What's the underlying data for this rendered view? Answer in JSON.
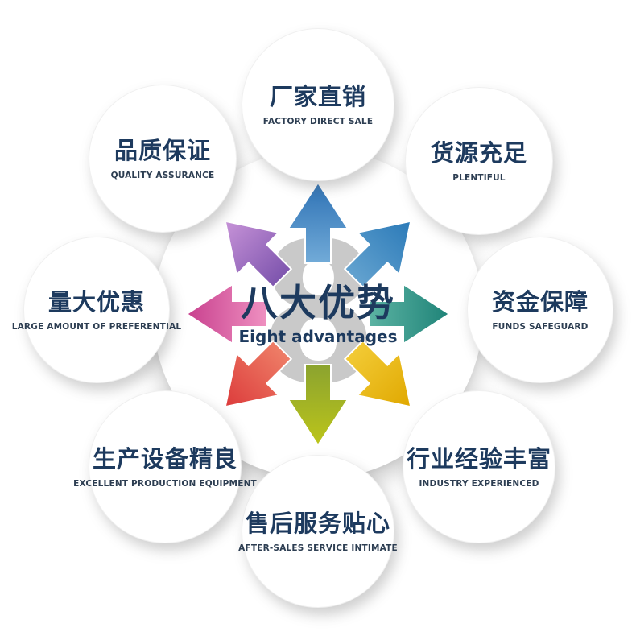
{
  "center": {
    "watermark": "8",
    "title": "八大优势",
    "subtitle": "Eight advantages"
  },
  "advantages": [
    {
      "position": "top",
      "title": "厂家直销",
      "subtitle": "FACTORY DIRECT SALE"
    },
    {
      "position": "top-right",
      "title": "货源充足",
      "subtitle": "PLENTIFUL"
    },
    {
      "position": "right",
      "title": "资金保障",
      "subtitle": "FUNDS SAFEGUARD"
    },
    {
      "position": "bottom-right",
      "title": "行业经验丰富",
      "subtitle": "INDUSTRY EXPERIENCED"
    },
    {
      "position": "bottom",
      "title": "售后服务贴心",
      "subtitle": "AFTER-SALES SERVICE INTIMATE"
    },
    {
      "position": "bottom-left",
      "title": "生产设备精良",
      "subtitle": "EXCELLENT PRODUCTION EQUIPMENT"
    },
    {
      "position": "left",
      "title": "量大优惠",
      "subtitle": "LARGE AMOUNT OF PREFERENTIAL"
    },
    {
      "position": "top-left",
      "title": "品质保证",
      "subtitle": "QUALITY ASSURANCE"
    }
  ],
  "colors": {
    "title_text": "#1d3a5e",
    "subtitle_text": "#2d3e52",
    "watermark": "#c9c9c9",
    "arrows": {
      "up": {
        "inner": "#72abd8",
        "outer": "#2e72b5"
      },
      "up_right": {
        "inner": "#63a2cf",
        "outer": "#2b7ab8"
      },
      "right": {
        "inner": "#5cb3a3",
        "outer": "#1f8378"
      },
      "down_right": {
        "inner": "#f2ca35",
        "outer": "#e0a800"
      },
      "down": {
        "inner": "#8ba32f",
        "outer": "#bcc51a"
      },
      "down_left": {
        "inner": "#ee7e67",
        "outer": "#dc3b3b"
      },
      "left": {
        "inner": "#ef91c1",
        "outer": "#c8408e"
      },
      "up_left": {
        "inner": "#7e55ae",
        "outer": "#c793d8"
      }
    }
  }
}
